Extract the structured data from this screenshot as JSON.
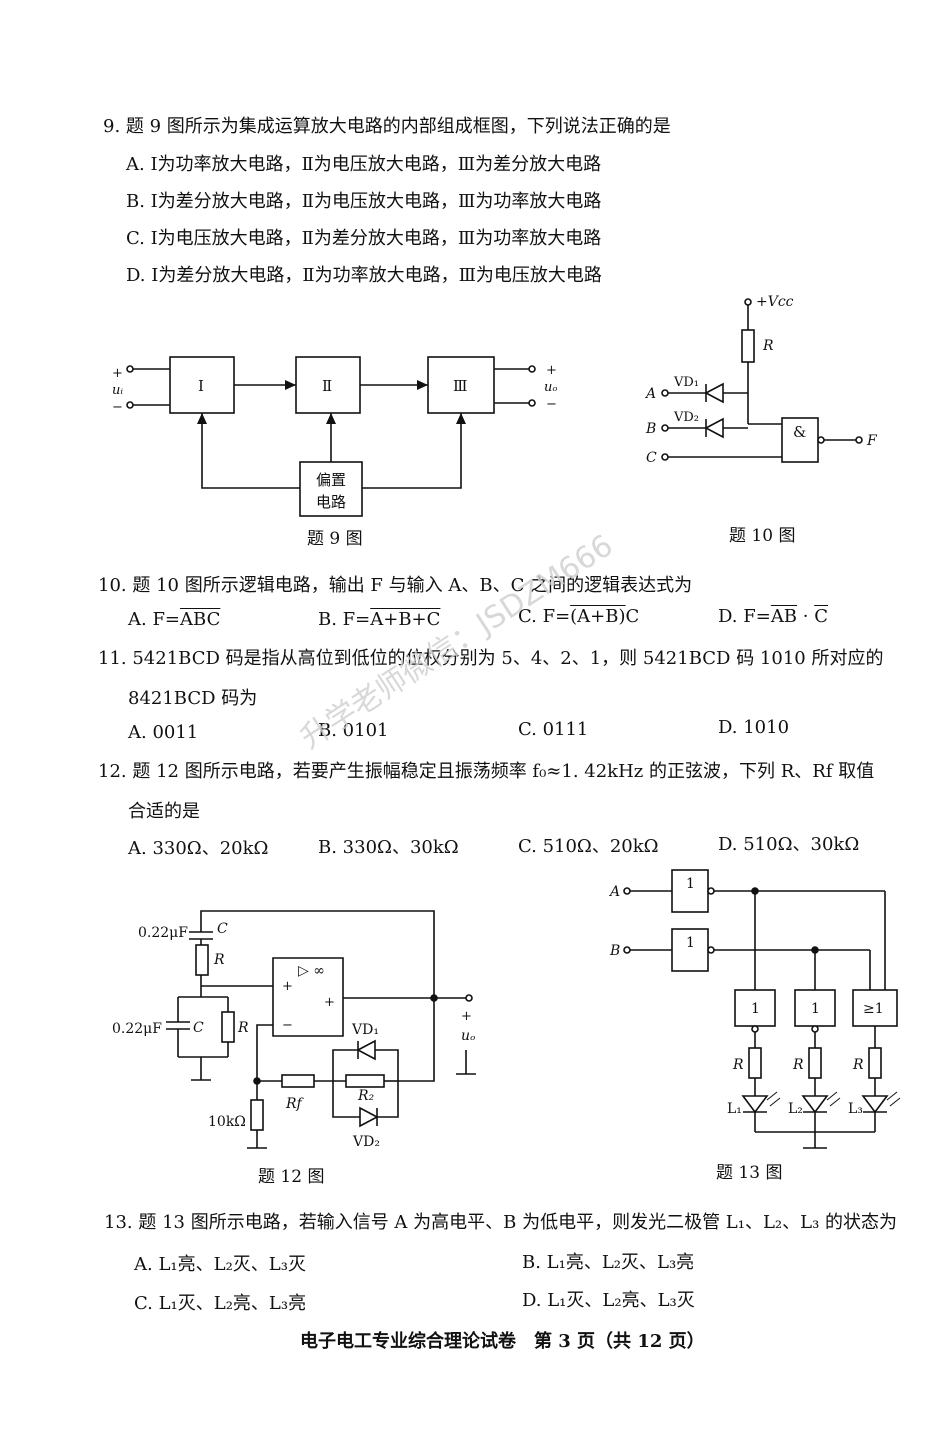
{
  "q9": {
    "stem": "9. 题 9 图所示为集成运算放大电路的内部组成框图，下列说法正确的是",
    "options": [
      "A. Ⅰ为功率放大电路，Ⅱ为电压放大电路，Ⅲ为差分放大电路",
      "B. Ⅰ为差分放大电路，Ⅱ为电压放大电路，Ⅲ为功率放大电路",
      "C. Ⅰ为电压放大电路，Ⅱ为差分放大电路，Ⅲ为功率放大电路",
      "D. Ⅰ为差分放大电路，Ⅱ为功率放大电路，Ⅲ为电压放大电路"
    ],
    "caption": "题 9 图",
    "fig": {
      "block1": "Ⅰ",
      "block2": "Ⅱ",
      "block3": "Ⅲ",
      "bias1": "偏置",
      "bias2": "电路",
      "plus": "+",
      "minus": "−",
      "ui": "uᵢ",
      "uo": "uₒ"
    }
  },
  "q10": {
    "stem": "10. 题 10 图所示逻辑电路，输出 F 与输入 A、B、C 之间的逻辑表达式为",
    "optA_pre": "A. F=",
    "optA_ov": "ABC",
    "optB_pre": "B. F=",
    "optB_ov": "A+B+C",
    "optC_pre": "C. F=",
    "optC_ov": "(A+B)",
    "optC_post": "C",
    "optD_pre": "D. F=",
    "optD_ov1": "AB",
    "optD_mid": " · ",
    "optD_ov2": "C",
    "caption": "题 10 图",
    "fig": {
      "vcc": "+Vcc",
      "r": "R",
      "a": "A",
      "b": "B",
      "c": "C",
      "vd1": "VD₁",
      "vd2": "VD₂",
      "and": "&",
      "f": "F"
    }
  },
  "q11": {
    "stem1": "11. 5421BCD 码是指从高位到低位的位权分别为 5、4、2、1，则 5421BCD 码 1010 所对应的",
    "stem2": "8421BCD 码为",
    "options": [
      "A. 0011",
      "B. 0101",
      "C. 0111",
      "D. 1010"
    ]
  },
  "q12": {
    "stem1": "12. 题 12 图所示电路，若要产生振幅稳定且振荡频率 f₀≈1. 42kHz 的正弦波，下列 R、Rf 取值",
    "stem2": "合适的是",
    "options": [
      "A. 330Ω、20kΩ",
      "B. 330Ω、30kΩ",
      "C. 510Ω、20kΩ",
      "D. 510Ω、30kΩ"
    ],
    "caption": "题 12 图",
    "fig": {
      "c1": "0.22μF",
      "c2": "0.22μF",
      "c": "C",
      "r": "R",
      "amp": "▷ ∞",
      "plus": "+",
      "minus": "−",
      "vd1": "VD₁",
      "vd2": "VD₂",
      "rf": "Rf",
      "r2": "R₂",
      "r10k": "10kΩ",
      "uo": "uₒ"
    }
  },
  "q13": {
    "stem": "13. 题 13 图所示电路，若输入信号 A 为高电平、B 为低电平，则发光二极管 L₁、L₂、L₃ 的状态为",
    "options": [
      "A. L₁亮、L₂灭、L₃灭",
      "B. L₁亮、L₂灭、L₃亮",
      "C. L₁灭、L₂亮、L₃亮",
      "D. L₁灭、L₂亮、L₃灭"
    ],
    "caption": "题 13 图",
    "fig": {
      "a": "A",
      "b": "B",
      "g1": "1",
      "g2": "1",
      "g3": "1",
      "g4": "1",
      "g5": "≥1",
      "r": "R",
      "l1": "L₁",
      "l2": "L₂",
      "l3": "L₃"
    }
  },
  "watermark": "升学老师微信：JSDZM666",
  "footer": "电子电工专业综合理论试卷　第 3 页（共 12 页）"
}
